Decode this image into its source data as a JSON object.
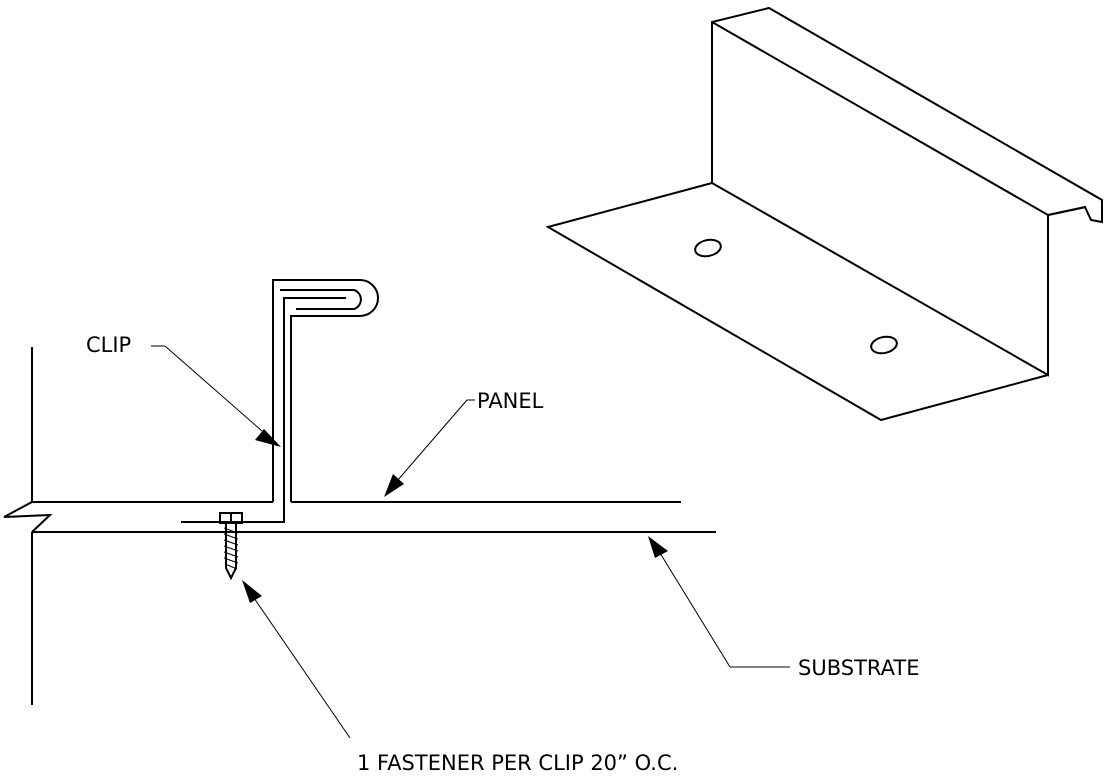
{
  "labels": {
    "clip": "CLIP",
    "panel": "PANEL",
    "substrate": "SUBSTRATE",
    "fastener": "1 FASTENER PER CLIP 20” O.C."
  },
  "colors": {
    "line": "#000000",
    "background": "#ffffff"
  }
}
